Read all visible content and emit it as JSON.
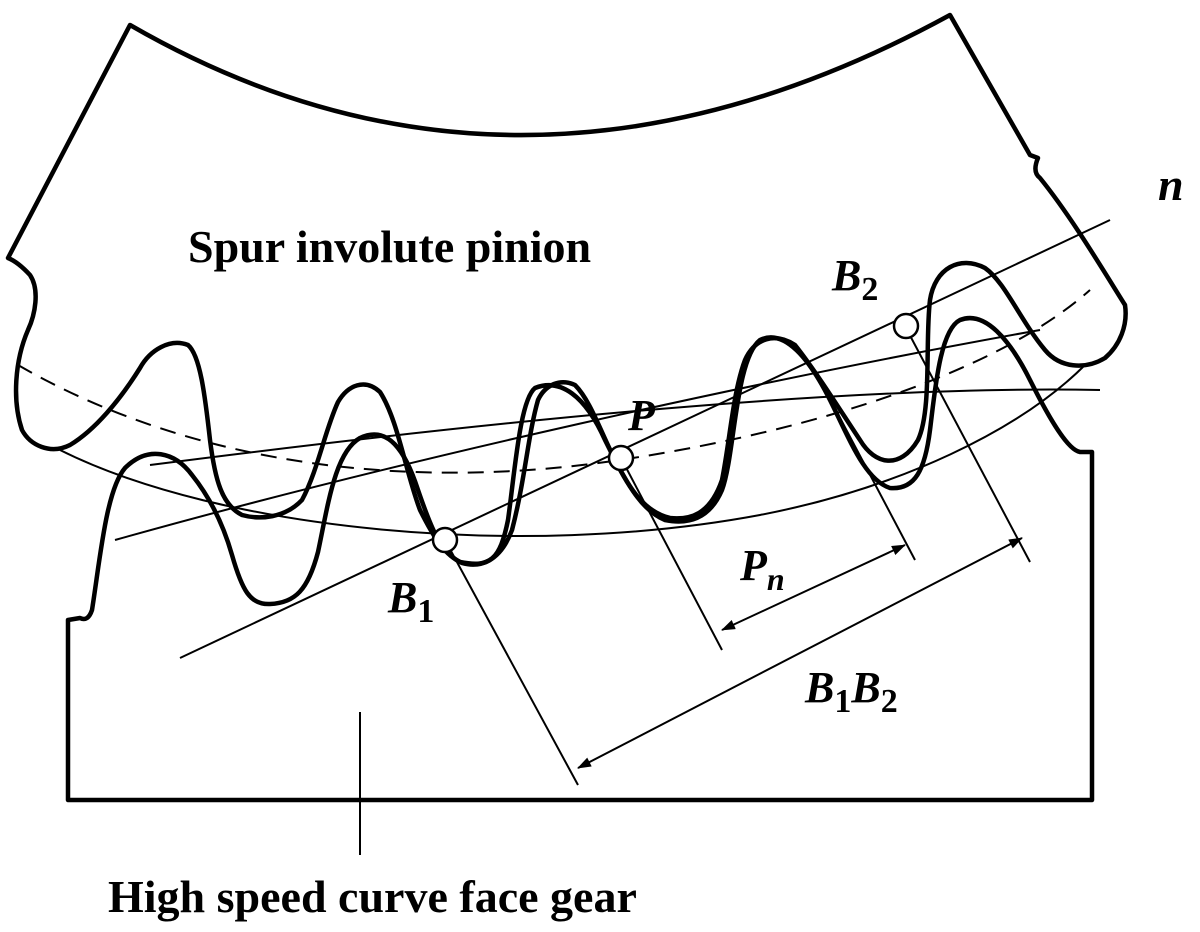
{
  "labels": {
    "pinion": "Spur involute pinion",
    "face_gear": "High speed curve face gear",
    "normal": "n",
    "pitch_point": "P",
    "b1_base": "B",
    "b1_sub": "1",
    "b2_base": "B",
    "b2_sub": "2",
    "pn_base": "P",
    "pn_sub": "n",
    "b1b2_b1": "B",
    "b1b2_s1": "1",
    "b1b2_b2": "B",
    "b1b2_s2": "2"
  },
  "colors": {
    "stroke": "#000000",
    "background": "#ffffff"
  }
}
